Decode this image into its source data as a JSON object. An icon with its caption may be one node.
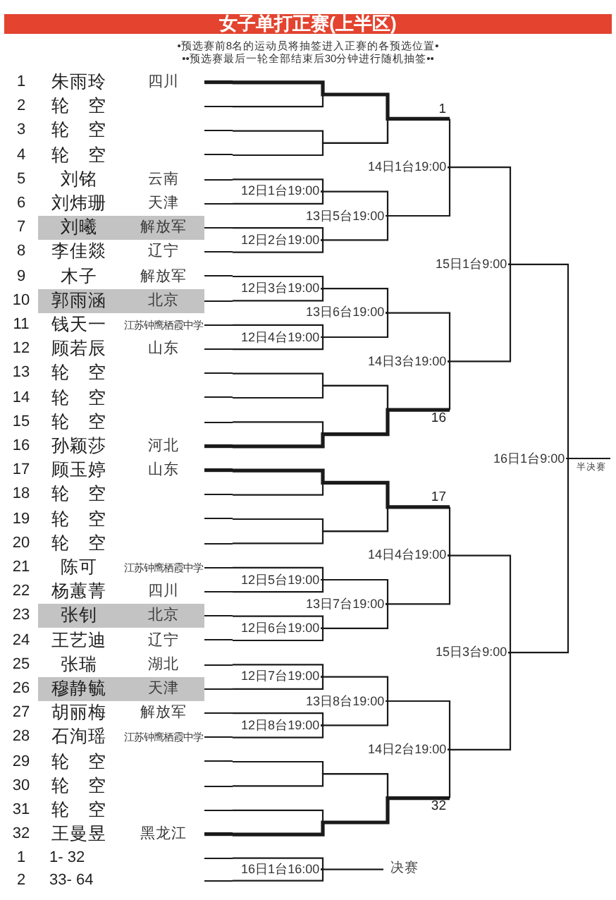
{
  "diagram": {
    "title": "女子单打正赛(上半区)",
    "nodes": [
      {
        "text": [
          "1",
          "朱雨玲",
          "四川"
        ]
      },
      {
        "text": [
          "2",
          "轮 空"
        ]
      },
      {
        "text": [
          "3",
          "轮 空"
        ]
      },
      {
        "text": [
          "4",
          "轮 空"
        ]
      },
      {
        "text": [
          "5",
          "刘铭",
          "云南"
        ]
      },
      {
        "text": [
          "6",
          "刘炜珊",
          "天津"
        ]
      },
      {
        "text": [
          "7",
          "刘曦",
          "解放军"
        ]
      },
      {
        "text": [
          "8",
          "李佳燚",
          "辽宁"
        ]
      },
      {
        "text": [
          "9",
          "木子",
          "解放军"
        ]
      },
      {
        "text": [
          "10",
          "郭雨涵",
          "北京"
        ]
      },
      {
        "text": [
          "11",
          "钱天一",
          "江苏钟鹰栖霞中学"
        ]
      },
      {
        "text": [
          "12",
          "顾若辰",
          "山东"
        ]
      },
      {
        "text": [
          "13",
          "轮 空"
        ]
      },
      {
        "text": [
          "14",
          "轮 空"
        ]
      },
      {
        "text": [
          "15",
          "轮 空"
        ]
      },
      {
        "text": [
          "16",
          "孙颖莎",
          "河北"
        ]
      },
      {
        "text": [
          "17",
          "顾玉婷",
          "山东"
        ]
      },
      {
        "text": [
          "18",
          "轮 空"
        ]
      },
      {
        "text": [
          "19",
          "轮 空"
        ]
      },
      {
        "text": [
          "20",
          "轮 空"
        ]
      },
      {
        "text": [
          "21",
          "陈可",
          "江苏钟鹰栖霞中学"
        ]
      },
      {
        "text": [
          "22",
          "杨蕙菁",
          "四川"
        ]
      },
      {
        "text": [
          "23",
          "张钊",
          "北京"
        ]
      },
      {
        "text": [
          "24",
          "王艺迪",
          "辽宁"
        ]
      },
      {
        "text": [
          "25",
          "张瑞",
          "湖北"
        ]
      },
      {
        "text": [
          "26",
          "穆静毓",
          "天津"
        ]
      },
      {
        "text": [
          "27",
          "胡丽梅",
          "解放军"
        ]
      },
      {
        "text": [
          "28",
          "石洵瑶",
          "江苏钟鹰栖霞中学"
        ]
      },
      {
        "text": [
          "29",
          "轮 空"
        ]
      },
      {
        "text": [
          "30",
          "轮 空"
        ]
      },
      {
        "text": [
          "31",
          "轮 空"
        ]
      },
      {
        "text": [
          "32",
          "王曼昱",
          "黑龙江"
        ]
      },
      {
        "text": [
          "1",
          "1- 32"
        ]
      },
      {
        "text": [
          "2",
          "33- 64"
        ]
      },
      {
        "text": [
          "12日1台19:00"
        ]
      },
      {
        "text": [
          "12日2台19:00"
        ]
      },
      {
        "text": [
          "12日3台19:00"
        ]
      },
      {
        "text": [
          "12日4台19:00"
        ]
      },
      {
        "text": [
          "12日5台19:00"
        ]
      },
      {
        "text": [
          "12日6台19:00"
        ]
      },
      {
        "text": [
          "12日7台19:00"
        ]
      },
      {
        "text": [
          "12日8台19:00"
        ]
      },
      {
        "text": [
          "13日5台19:00"
        ]
      },
      {
        "text": [
          "13日6台19:00"
        ]
      },
      {
        "text": [
          "13日7台19:00"
        ]
      },
      {
        "text": [
          "13日8台19:00"
        ]
      },
      {
        "text": [
          "1"
        ]
      },
      {
        "text": [
          "16"
        ]
      },
      {
        "text": [
          "17"
        ]
      },
      {
        "text": [
          "32"
        ]
      },
      {
        "text": [
          "14日1台19:00"
        ]
      },
      {
        "text": [
          "14日3台19:00"
        ]
      },
      {
        "text": [
          "14日4台19:00"
        ]
      },
      {
        "text": [
          "14日2台19:00"
        ]
      },
      {
        "text": [
          "15日1台9:00"
        ]
      },
      {
        "text": [
          "15日3台9:00"
        ]
      },
      {
        "text": [
          "16日1台9:00"
        ]
      },
      {
        "text": [
          "16日1台16:00"
        ]
      },
      {
        "text": [
          "决赛"
        ]
      }
    ],
    "edges": [
      {
        "from": 4,
        "to": 34,
        "arrow": "none"
      },
      {
        "from": 5,
        "to": 34,
        "arrow": "none"
      },
      {
        "from": 6,
        "to": 35,
        "arrow": "none"
      },
      {
        "from": 7,
        "to": 35,
        "arrow": "none"
      },
      {
        "from": 8,
        "to": 36,
        "arrow": "none"
      },
      {
        "from": 9,
        "to": 36,
        "arrow": "none"
      },
      {
        "from": 10,
        "to": 37,
        "arrow": "none"
      },
      {
        "from": 11,
        "to": 37,
        "arrow": "none"
      },
      {
        "from": 20,
        "to": 38,
        "arrow": "none"
      },
      {
        "from": 21,
        "to": 38,
        "arrow": "none"
      },
      {
        "from": 22,
        "to": 39,
        "arrow": "none"
      },
      {
        "from": 23,
        "to": 39,
        "arrow": "none"
      },
      {
        "from": 24,
        "to": 40,
        "arrow": "none"
      },
      {
        "from": 25,
        "to": 40,
        "arrow": "none"
      },
      {
        "from": 26,
        "to": 41,
        "arrow": "none"
      },
      {
        "from": 27,
        "to": 41,
        "arrow": "none"
      },
      {
        "from": 34,
        "to": 42,
        "arrow": "none"
      },
      {
        "from": 35,
        "to": 42,
        "arrow": "none"
      },
      {
        "from": 36,
        "to": 43,
        "arrow": "none"
      },
      {
        "from": 37,
        "to": 43,
        "arrow": "none"
      },
      {
        "from": 38,
        "to": 44,
        "arrow": "none"
      },
      {
        "from": 39,
        "to": 44,
        "arrow": "none"
      },
      {
        "from": 40,
        "to": 45,
        "arrow": "none"
      },
      {
        "from": 41,
        "to": 45,
        "arrow": "none"
      },
      {
        "from": 0,
        "to": 46,
        "arrow": "none",
        "style": "thick"
      },
      {
        "from": 1,
        "to": 46,
        "arrow": "none"
      },
      {
        "from": 2,
        "to": 46,
        "arrow": "none"
      },
      {
        "from": 3,
        "to": 46,
        "arrow": "none"
      },
      {
        "from": 12,
        "to": 47,
        "arrow": "none"
      },
      {
        "from": 13,
        "to": 47,
        "arrow": "none"
      },
      {
        "from": 14,
        "to": 47,
        "arrow": "none"
      },
      {
        "from": 15,
        "to": 47,
        "arrow": "none",
        "style": "thick"
      },
      {
        "from": 16,
        "to": 48,
        "arrow": "none",
        "style": "thick"
      },
      {
        "from": 17,
        "to": 48,
        "arrow": "none"
      },
      {
        "from": 18,
        "to": 48,
        "arrow": "none"
      },
      {
        "from": 19,
        "to": 48,
        "arrow": "none"
      },
      {
        "from": 28,
        "to": 49,
        "arrow": "none"
      },
      {
        "from": 29,
        "to": 49,
        "arrow": "none"
      },
      {
        "from": 30,
        "to": 49,
        "arrow": "none"
      },
      {
        "from": 31,
        "to": 49,
        "arrow": "none",
        "style": "thick"
      },
      {
        "from": 46,
        "to": 50,
        "arrow": "none"
      },
      {
        "from": 42,
        "to": 50,
        "arrow": "none"
      },
      {
        "from": 43,
        "to": 51,
        "arrow": "none"
      },
      {
        "from": 47,
        "to": 51,
        "arrow": "none"
      },
      {
        "from": 48,
        "to": 52,
        "arrow": "none"
      },
      {
        "from": 44,
        "to": 52,
        "arrow": "none"
      },
      {
        "from": 45,
        "to": 53,
        "arrow": "none"
      },
      {
        "from": 49,
        "to": 53,
        "arrow": "none"
      },
      {
        "from": 50,
        "to": 54,
        "arrow": "none"
      },
      {
        "from": 51,
        "to": 54,
        "arrow": "none"
      },
      {
        "from": 52,
        "to": 55,
        "arrow": "none"
      },
      {
        "from": 53,
        "to": 55,
        "arrow": "none"
      },
      {
        "from": 54,
        "to": 56,
        "arrow": "none"
      },
      {
        "from": 55,
        "to": 56,
        "arrow": "none"
      },
      {
        "from": 56,
        "to": null,
        "arrow": "none",
        "label": "半决赛"
      },
      {
        "from": 32,
        "to": 57,
        "arrow": "none"
      },
      {
        "from": 33,
        "to": 57,
        "arrow": "none"
      },
      {
        "from": 57,
        "to": 58,
        "arrow": "none"
      }
    ],
    "labels": [
      "•预选赛前8名的运动员将抽签进入正赛的各预选位置•",
      "••预选赛最后一轮全部结束后30分钟进行随机抽签••"
    ]
  }
}
